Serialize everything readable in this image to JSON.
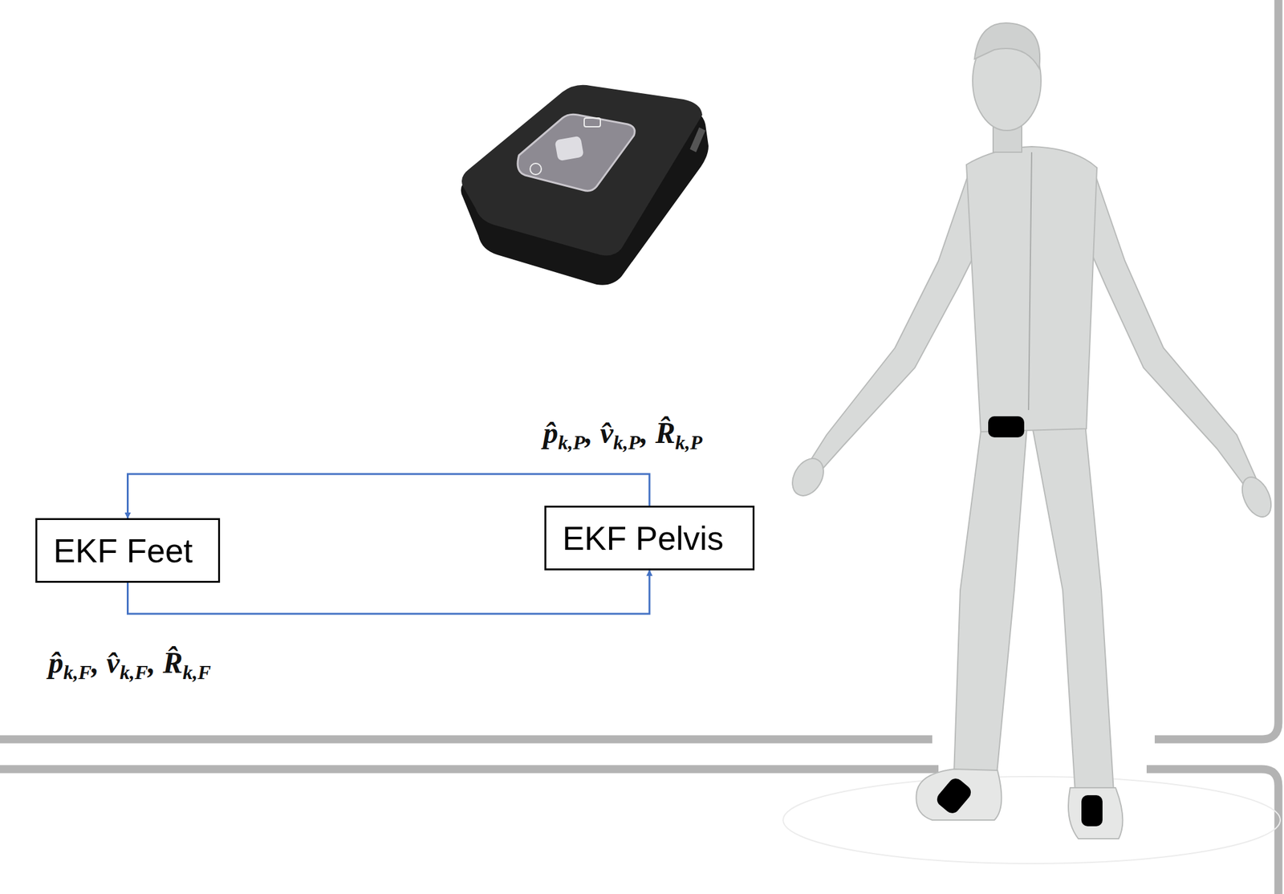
{
  "diagram": {
    "nodes": [
      {
        "text": [
          "EKF Feet"
        ]
      },
      {
        "text": [
          "EKF Pelvis"
        ]
      }
    ],
    "edges": [
      {
        "from": 1,
        "to": 0,
        "arrow": "to",
        "label": "p̂k,P, v̂k,P, R̂k,P"
      },
      {
        "from": 0,
        "to": 1,
        "arrow": "to",
        "label": "p̂k,F, v̂k,F, R̂k,F"
      }
    ]
  }
}
